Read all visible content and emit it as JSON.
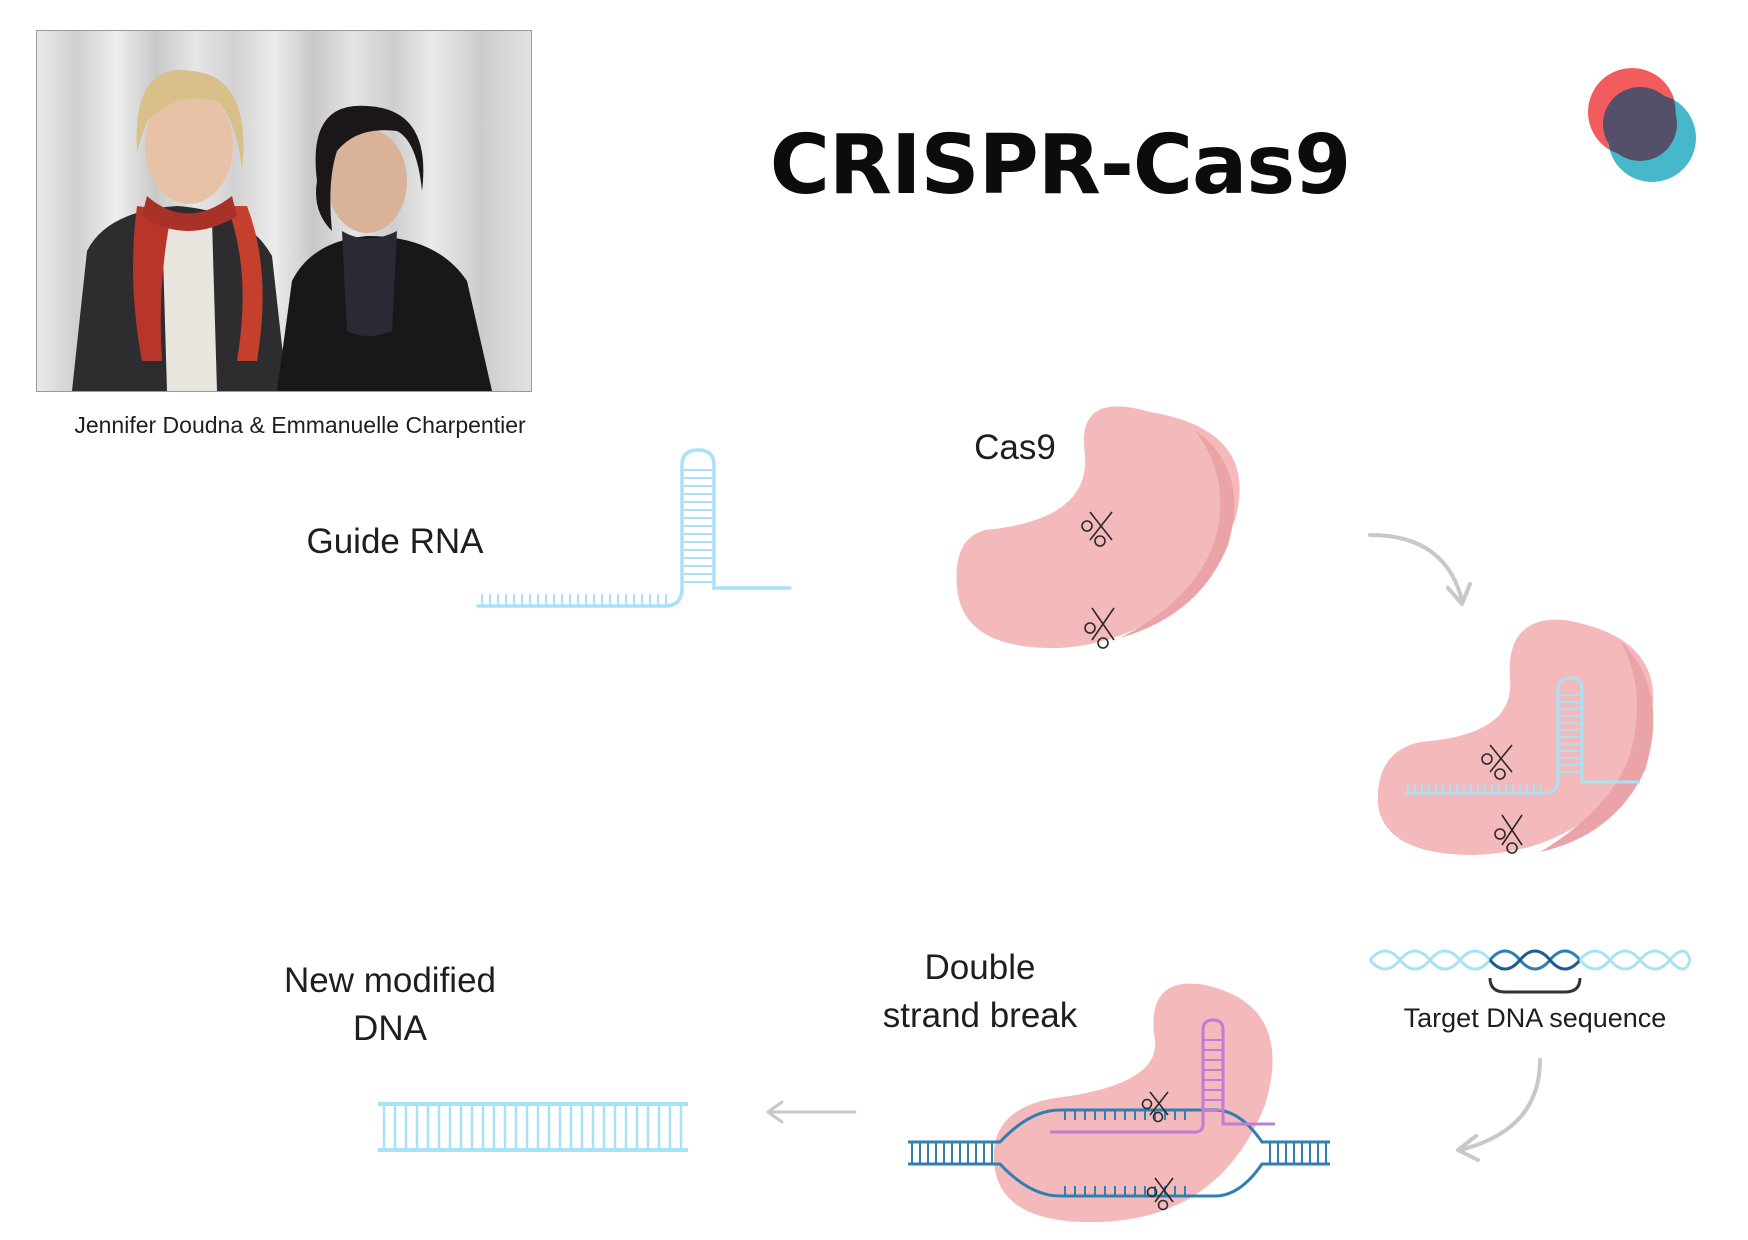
{
  "title": "CRISPR-Cas9",
  "photo": {
    "caption": "Jennifer Doudna & Emmanuelle Charpentier"
  },
  "labels": {
    "guide_rna": "Guide RNA",
    "cas9": "Cas9",
    "target_dna": "Target DNA sequence",
    "double_strand_break_line1": "Double",
    "double_strand_break_line2": "strand break",
    "new_dna_line1": "New modified",
    "new_dna_line2": "DNA"
  },
  "colors": {
    "protein": "#f3b9bb",
    "rna": "#a8e3f5",
    "dna_dark": "#2f7fb3",
    "dna_light": "#9fdcf2",
    "guide_purple": "#c27bd6",
    "logo_red": "#f25c5f",
    "logo_teal": "#47b8c9",
    "logo_dark": "#55506a",
    "arrow": "#c8c8c8"
  }
}
